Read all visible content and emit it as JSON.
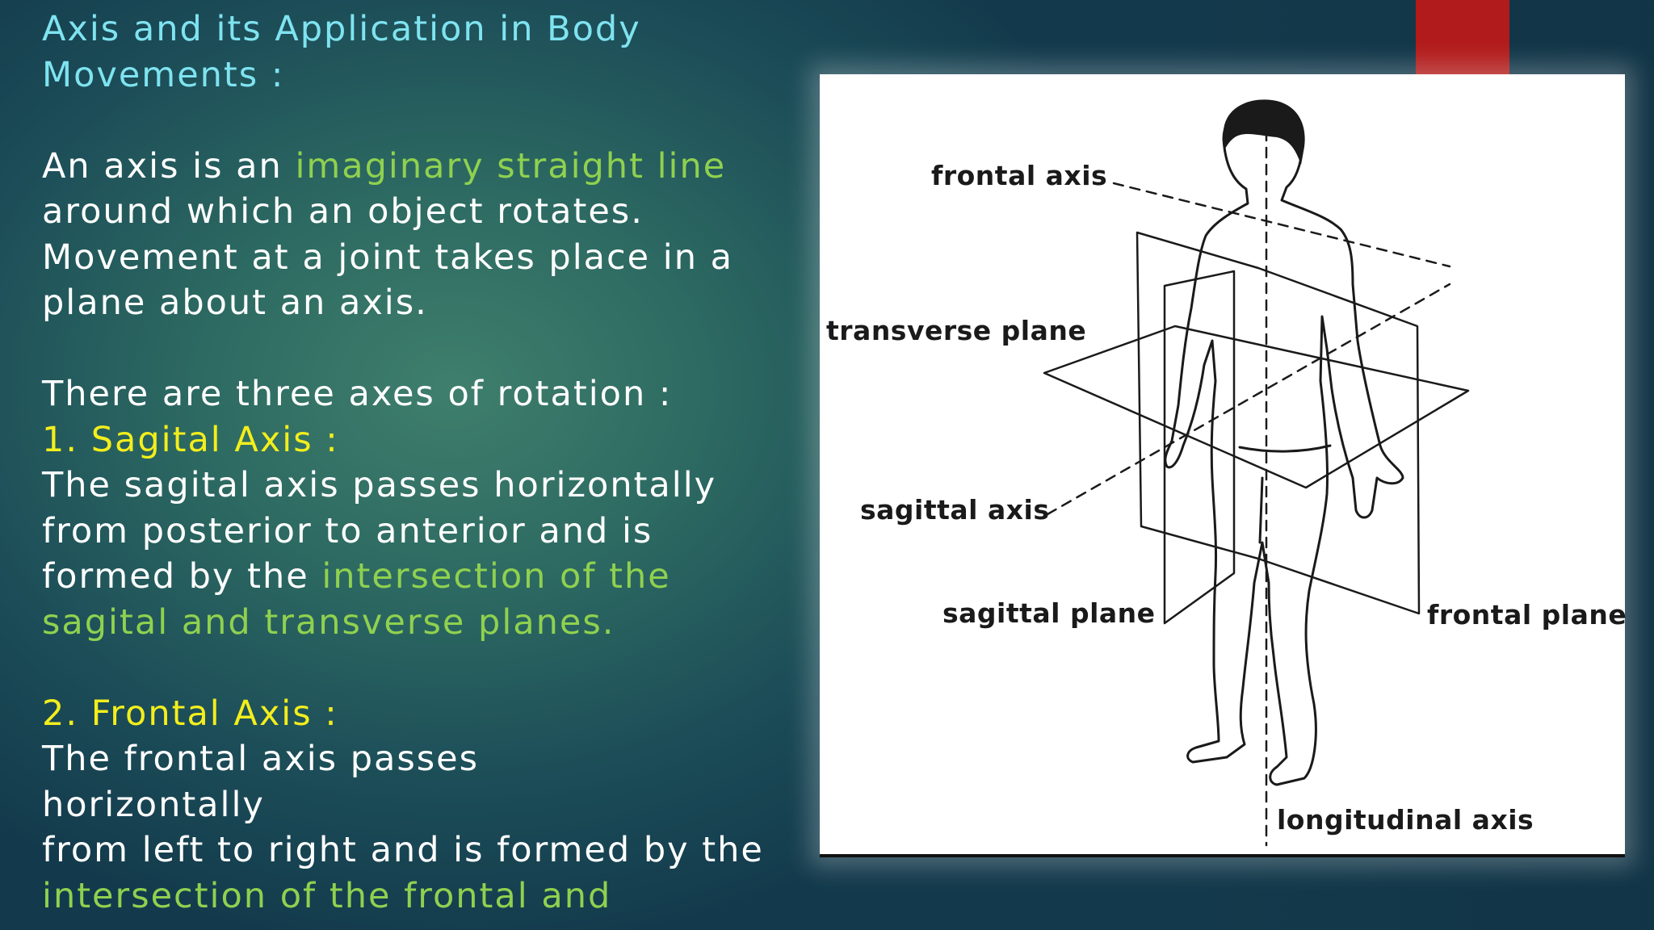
{
  "title": {
    "line1": "Axis and its Application in Body",
    "line2": "Movements :"
  },
  "intro": {
    "part1": "An axis is an ",
    "highlight": "imaginary straight line",
    "line2": "around which an object rotates.",
    "line3": "Movement at a joint takes place in a",
    "line4": "plane about an axis."
  },
  "axes_intro": "There are three axes of rotation :",
  "sagital": {
    "heading": "1. Sagital Axis :",
    "line1": "The sagital axis passes horizontally",
    "line2": "from posterior to anterior and is",
    "line3_plain": "formed by the ",
    "line3_highlight": "intersection of the",
    "line4_highlight": "sagital and transverse planes."
  },
  "frontal": {
    "heading": "2. Frontal Axis :",
    "line1": "The frontal axis passes",
    "line2": "horizontally",
    "line3": "from left to right and is formed by the",
    "line4_highlight": "intersection of the frontal and"
  },
  "diagram": {
    "labels": {
      "frontal_axis": "frontal axis",
      "transverse_plane": "transverse plane",
      "sagittal_axis": "sagittal axis",
      "sagittal_plane": "sagittal plane",
      "frontal_plane": "frontal plane",
      "longitudinal_axis": "longitudinal axis"
    }
  },
  "colors": {
    "title": "#7fe3f0",
    "highlight_green": "#8fd14f",
    "heading_yellow": "#f3ee1c",
    "accent_red": "#b21b1b"
  }
}
